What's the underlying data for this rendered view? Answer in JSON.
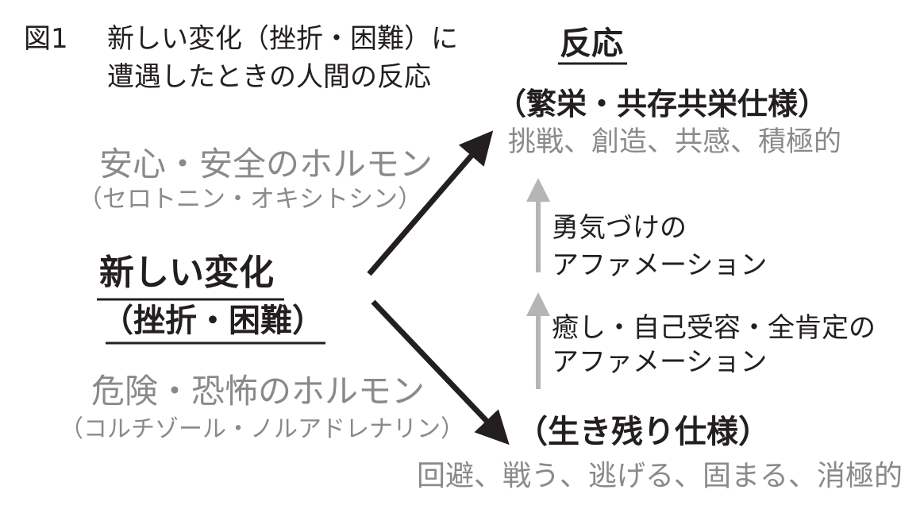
{
  "title": {
    "figure_label": "図1",
    "line1": "新しい変化（挫折・困難）に",
    "line2": "遭遇したときの人間の反応"
  },
  "reaction_heading": "反応",
  "flourish": {
    "label": "（繁栄・共存共栄仕様）",
    "traits": "挑戦、創造、共感、積極的"
  },
  "safe_hormones": {
    "label": "安心・安全のホルモン",
    "examples": "（セロトニン・オキシトシン）"
  },
  "new_change": {
    "line1": "新しい変化",
    "line2": "（挫折・困難）"
  },
  "danger_hormones": {
    "label": "危険・恐怖のホルモン",
    "examples": "（コルチゾール・ノルアドレナリン）"
  },
  "survival": {
    "label": "（生き残り仕様）",
    "traits": "回避、戦う、逃げる、固まる、消極的"
  },
  "affirmation_upper": {
    "line1": "勇気づけの",
    "line2": "アファメーション"
  },
  "affirmation_lower": {
    "line1": "癒し・自己受容・全肯定の",
    "line2": "アファメーション"
  },
  "colors": {
    "text": "#231f20",
    "gray_text": "#8a8a8a",
    "gray_arrow": "#b5b5b5"
  }
}
